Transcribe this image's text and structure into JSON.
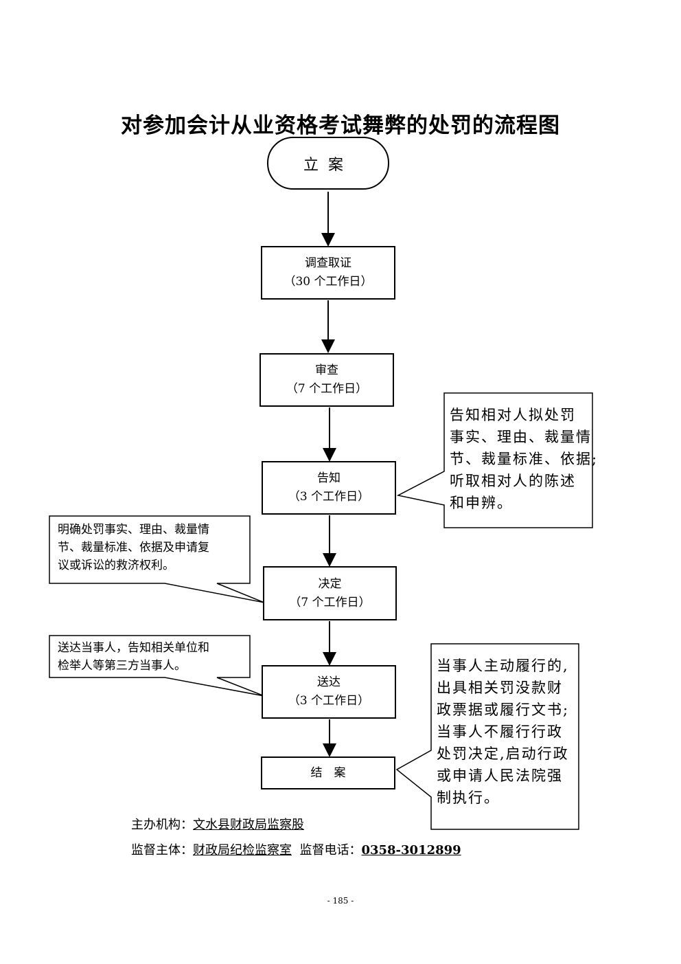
{
  "title": "对参加会计从业资格考试舞弊的处罚的流程图",
  "start": {
    "label": "立案"
  },
  "steps": [
    {
      "name": "调查取证",
      "time": "（30 个工作日）"
    },
    {
      "name": "审查",
      "time": "（7 个工作日）"
    },
    {
      "name": "告知",
      "time": "（3 个工作日）"
    },
    {
      "name": "决定",
      "time": "（7 个工作日）"
    },
    {
      "name": "送达",
      "time": "（3 个工作日）"
    },
    {
      "name": "结　案"
    }
  ],
  "notes": {
    "inform": "告知相对人拟处罚\n事实、理由、裁量情\n节、裁量标准、依据;\n听取相对人的陈述\n和申辨。",
    "decide": "明确处罚事实、理由、裁量情\n节、裁量标准、依据及申请复\n议或诉讼的救济权利。",
    "deliver": "送达当事人，告知相关单位和\n检举人等第三方当事人。",
    "close": "当事人主动履行的,\n出具相关罚没款财\n政票据或履行文书;\n当事人不履行行政\n处罚决定,启动行政\n或申请人民法院强\n制执行。"
  },
  "footer": {
    "org_label": "主办机构：",
    "org_value": "文水县财政局监察股",
    "supervisor_label": "监督主体：",
    "supervisor_value": "财政局纪检监察室",
    "phone_label": "监督电话：",
    "phone_value": "0358-3012899"
  },
  "page_number": "- 185 -"
}
